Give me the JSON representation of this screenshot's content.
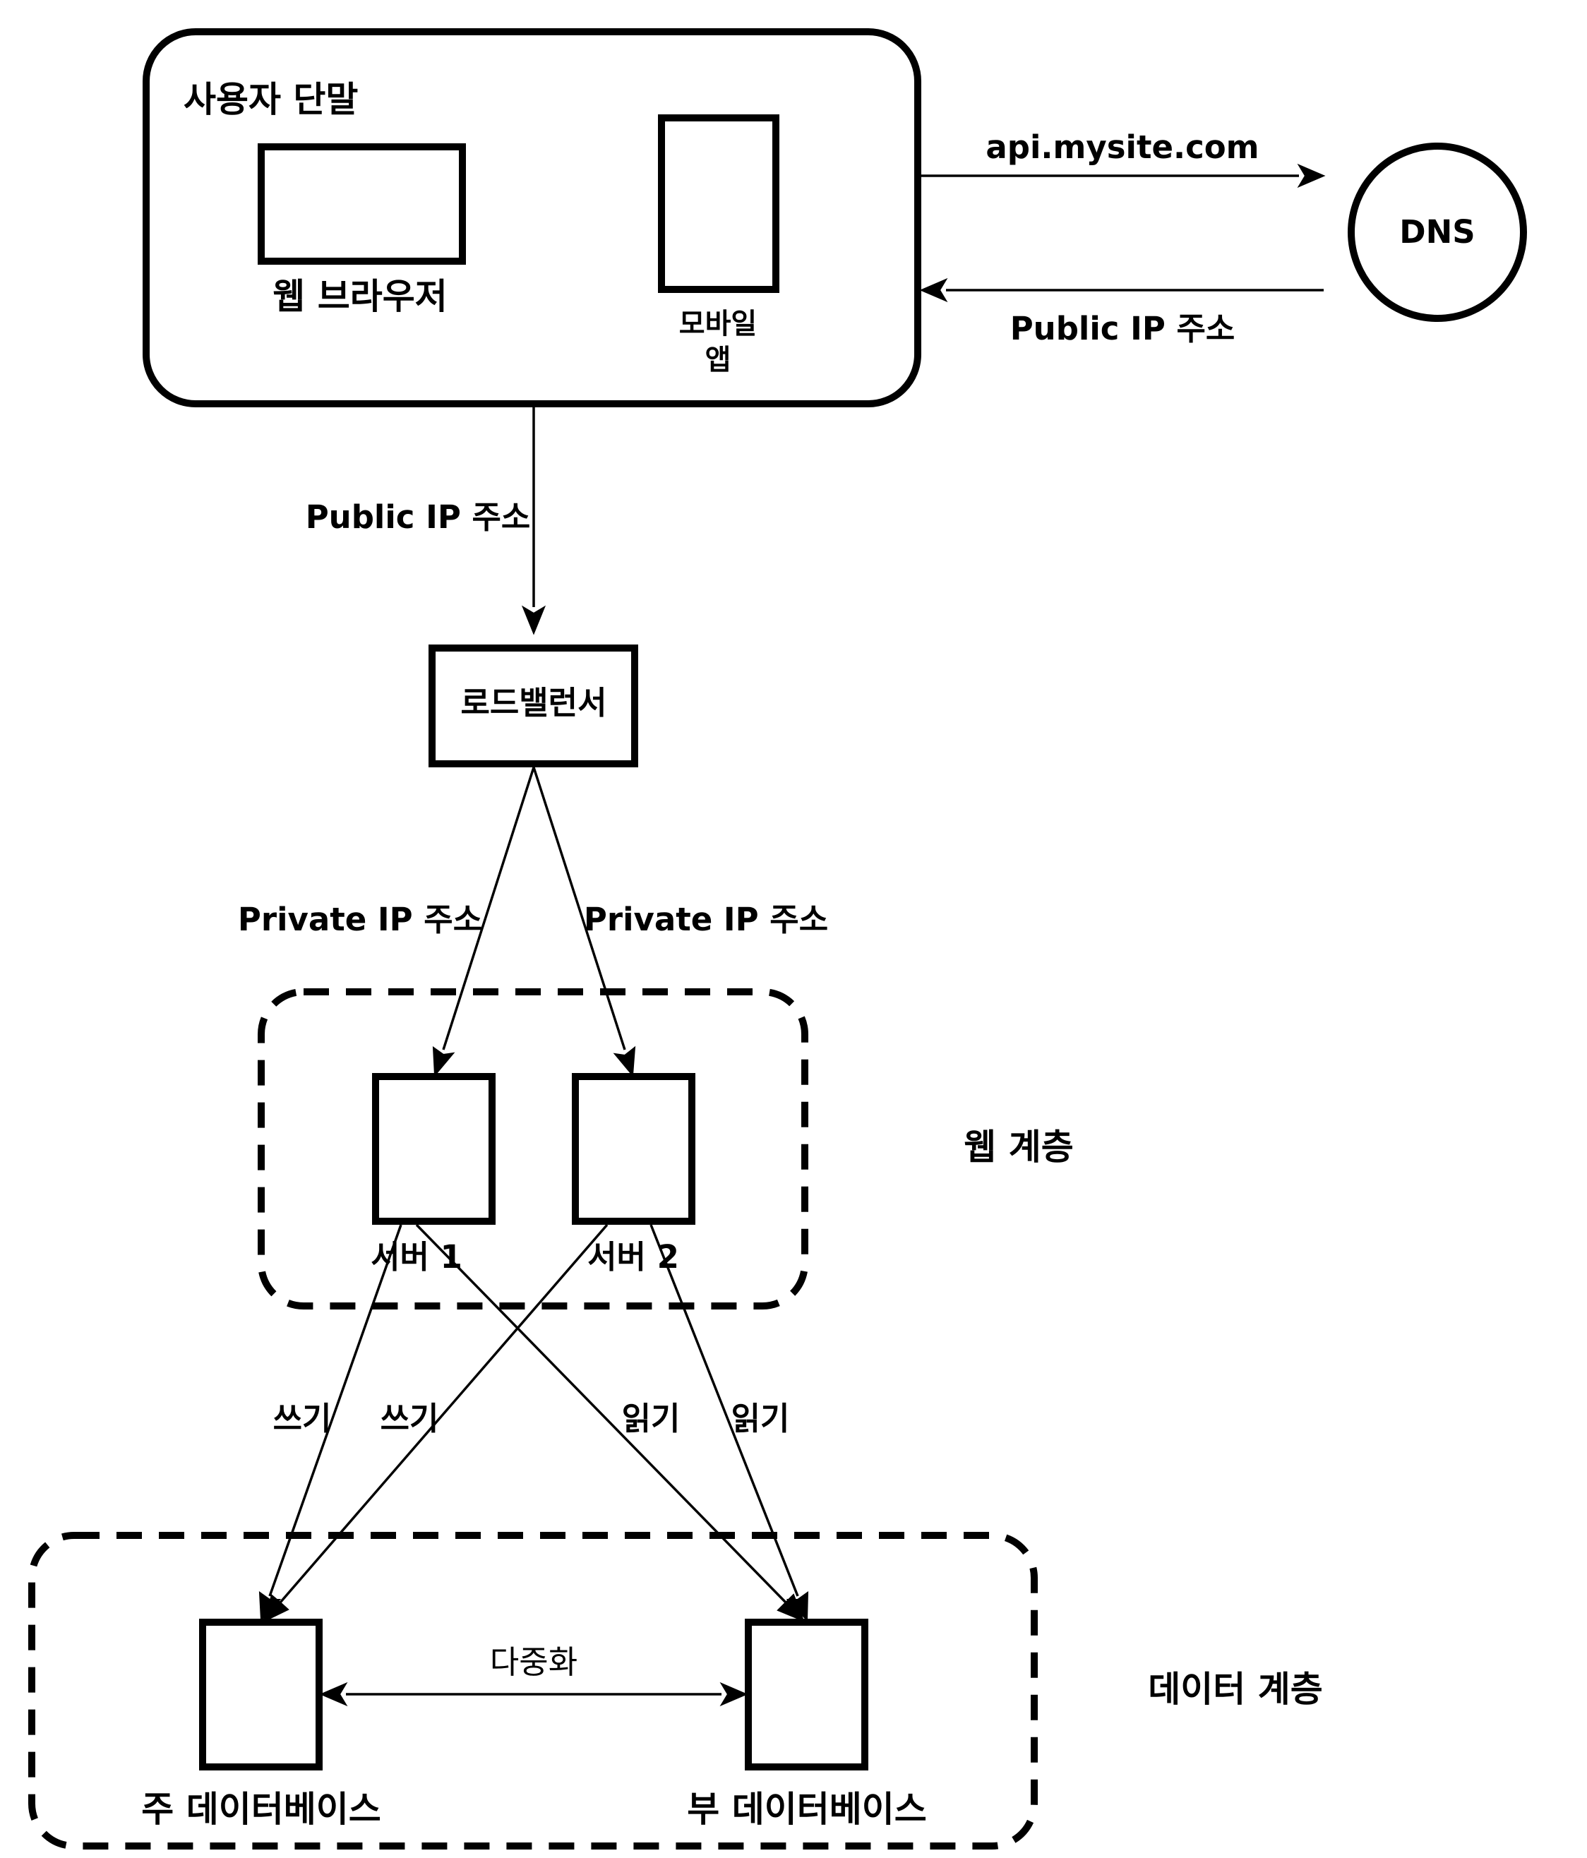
{
  "client_group": {
    "label": "사용자 단말"
  },
  "web_browser": {
    "label": "웹 브라우저"
  },
  "mobile_app": {
    "label_line1": "모바일",
    "label_line2": "앱"
  },
  "dns": {
    "label": "DNS"
  },
  "edges": {
    "to_dns": "api.mysite.com",
    "from_dns": "Public IP 주소",
    "to_load_balancer": "Public IP 주소",
    "lb_to_server1": "Private IP 주소",
    "lb_to_server2": "Private IP 주소",
    "server1_write": "쓰기",
    "server2_write": "쓰기",
    "server1_read": "읽기",
    "server2_read": "읽기",
    "replication": "다중화"
  },
  "load_balancer": {
    "label": "로드밸런서"
  },
  "web_tier": {
    "label": "웹 계층"
  },
  "server1": {
    "label": "서버 1"
  },
  "server2": {
    "label": "서버 2"
  },
  "data_tier": {
    "label": "데이터 계층"
  },
  "master_db": {
    "label": "주 데이터베이스"
  },
  "slave_db": {
    "label": "부 데이터베이스"
  }
}
